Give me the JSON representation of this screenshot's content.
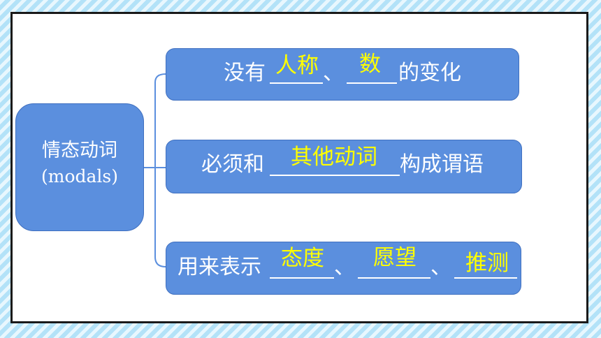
{
  "root": {
    "title": "情态动词",
    "subtitle": "(modals)"
  },
  "branches": [
    {
      "prefix": "没有",
      "sep1": "、",
      "suffix": "的变化",
      "answers": [
        "人称",
        "数"
      ]
    },
    {
      "prefix": "必须和",
      "suffix": "构成谓语",
      "answers": [
        "其他动词"
      ]
    },
    {
      "prefix": "用来表示",
      "sep1": "、",
      "sep2": "、",
      "answers": [
        "态度",
        "愿望",
        "推测"
      ]
    }
  ],
  "colors": {
    "node_fill": "#5b8fde",
    "answer_text": "#ffff00",
    "frame_border": "#1a1a1a"
  }
}
